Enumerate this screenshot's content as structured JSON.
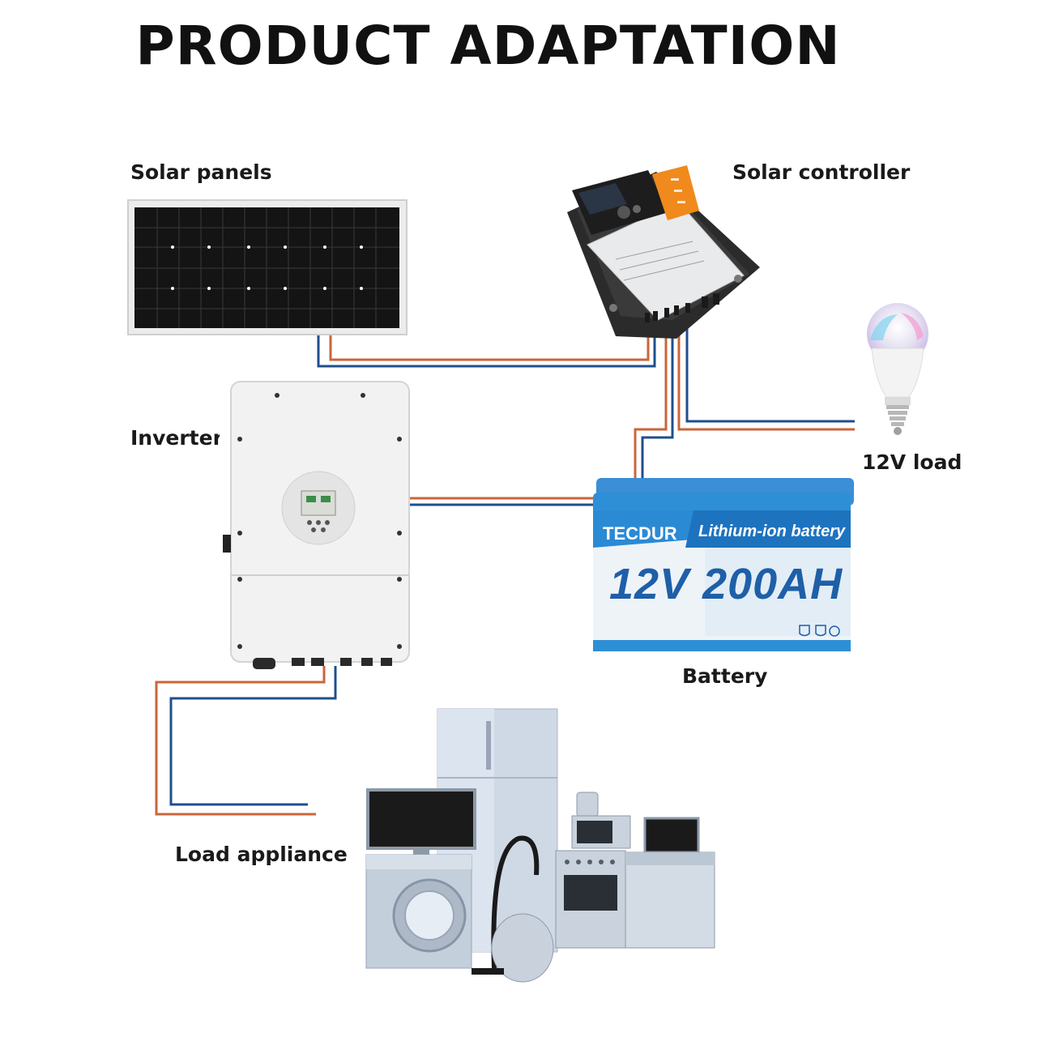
{
  "title": "PRODUCT ADAPTATION",
  "labels": {
    "solar_panels": "Solar panels",
    "solar_controller": "Solar controller",
    "inverter": "Inverter",
    "load_12v": "12V load",
    "battery": "Battery",
    "load_appliance": "Load appliance"
  },
  "battery_label": {
    "brand": "TECDUR",
    "type": "Lithium-ion battery",
    "rating": "12V 200AH"
  },
  "colors": {
    "positive_wire": "#c8663a",
    "negative_wire": "#1f4f8c",
    "battery_blue": "#2f8fd6",
    "controller_orange": "#f08a1c"
  }
}
